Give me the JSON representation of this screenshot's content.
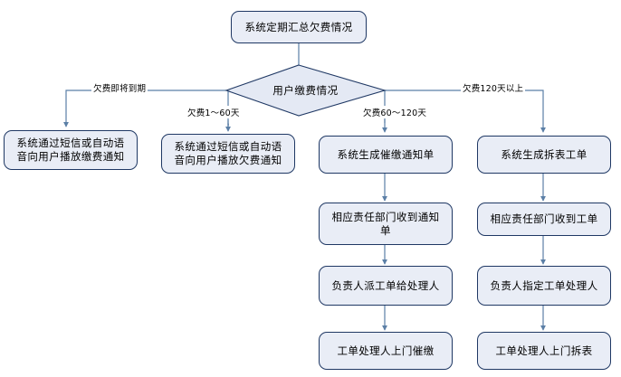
{
  "diagram": {
    "title_node": {
      "label": "系统定期汇总欠费情况"
    },
    "decision": {
      "label": "用户缴费情况"
    },
    "edge_labels": {
      "branch1": "欠费即将到期",
      "branch2": "欠费1～60天",
      "branch3": "欠费60～120天",
      "branch4": "欠费120天以上"
    },
    "columns": [
      {
        "id": "col1",
        "nodes": [
          {
            "line1": "系统通过短信或自动语",
            "line2": "音向用户播放缴费通知"
          }
        ]
      },
      {
        "id": "col2",
        "nodes": [
          {
            "line1": "系统通过短信或自动语",
            "line2": "音向用户播放欠费通知"
          }
        ]
      },
      {
        "id": "col3",
        "nodes": [
          {
            "line1": "系统生成催缴通知单",
            "line2": ""
          },
          {
            "line1": "相应责任部门收到通知",
            "line2": "单"
          },
          {
            "line1": "负责人派工单给处理人",
            "line2": ""
          },
          {
            "line1": "工单处理人上门催缴",
            "line2": ""
          }
        ]
      },
      {
        "id": "col4",
        "nodes": [
          {
            "line1": "系统生成拆表工单",
            "line2": ""
          },
          {
            "line1": "相应责任部门收到工单",
            "line2": ""
          },
          {
            "line1": "负责人指定工单处理人",
            "line2": ""
          },
          {
            "line1": "工单处理人上门拆表",
            "line2": ""
          }
        ]
      }
    ],
    "colors": {
      "node_fill": "#E9EDF6",
      "node_border": "#1F3864",
      "connector": "#5B7FA6",
      "diamond_fill": "#E4E9F4",
      "diamond_border": "#1F3864",
      "background": "#FFFFFF"
    }
  }
}
